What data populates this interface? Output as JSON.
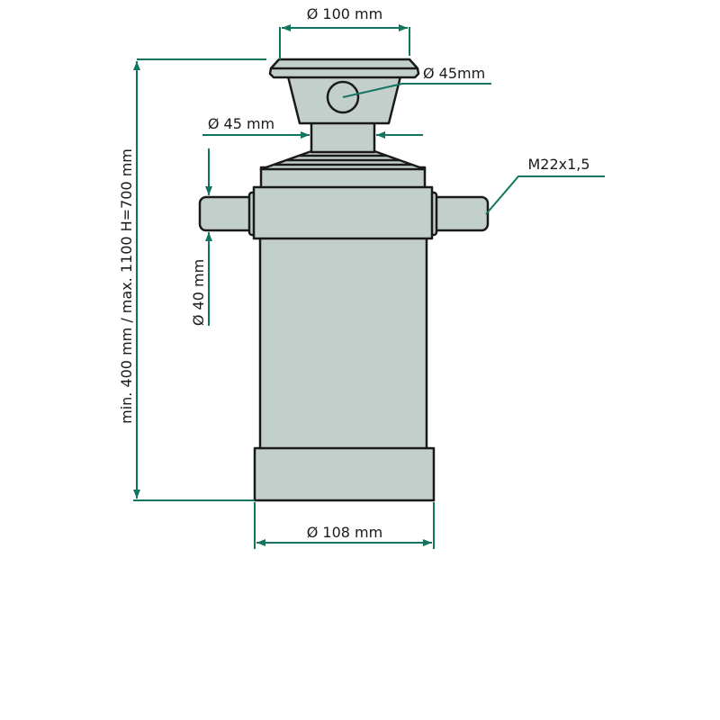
{
  "title": "Telescopic hydraulic cylinder dimension drawing",
  "colors": {
    "part_fill": "#c3cfca",
    "outline": "#1a1a1a",
    "dimension": "#137560"
  },
  "labels": {
    "top_diameter": "Ø 100 mm",
    "ball_diameter": "Ø 45mm",
    "neck_diameter": "Ø 45 mm",
    "pin_diameter": "Ø 40 mm",
    "thread": "M22x1,5",
    "stroke_height": "min. 400 mm / max. 1100 H=700 mm",
    "base_diameter": "Ø 108 mm"
  }
}
